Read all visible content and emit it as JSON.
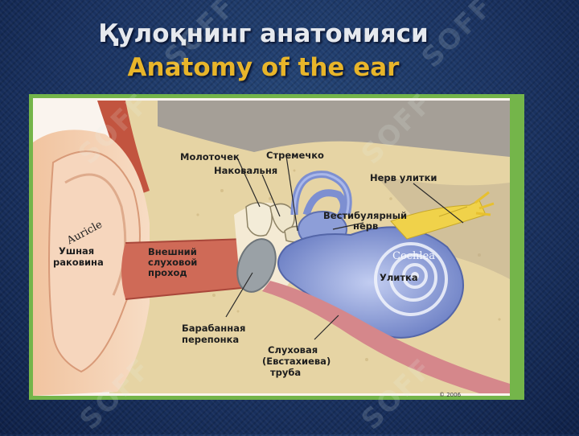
{
  "header": {
    "title_native": "Қулоқнинг анатомияси",
    "title_english": "Anatomy of the ear"
  },
  "diagram": {
    "labels": {
      "malleus": "Молоточек",
      "stapes": "Стремечко",
      "incus": "Наковальня",
      "cochlear_nerve": "Нерв улитки",
      "vestibular_nerve_1": "Вестибулярный",
      "vestibular_nerve_2": "нерв",
      "auricle_en": "Auricle",
      "auricle_ru_1": "Ушная",
      "auricle_ru_2": "раковина",
      "ear_canal_1": "Внешний",
      "ear_canal_2": "слуховой",
      "ear_canal_3": "проход",
      "cochlea_en": "Cochlea",
      "cochlea_ru": "Улитка",
      "eardrum_1": "Барабанная",
      "eardrum_2": "перепонка",
      "eustachian_1": "Слуховая",
      "eustachian_2": "(Евстахиева)",
      "eustachian_3": "труба",
      "signature": "© 2006"
    },
    "watermark": "SOFF",
    "colors": {
      "frame": "#74b54a",
      "bone": "#e8d8a8",
      "skin": "#f3c9a8",
      "canal": "#d1705e",
      "labyrinth": "#8e9fd8",
      "nerve": "#f0d24a",
      "title_accent": "#e8b52a"
    }
  }
}
